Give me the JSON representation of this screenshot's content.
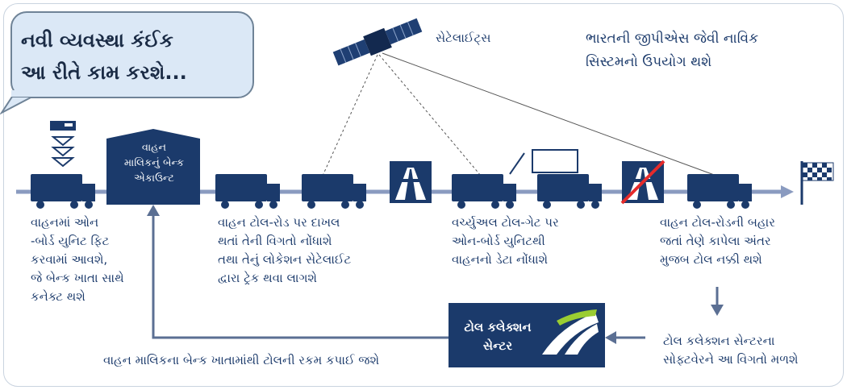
{
  "callout": {
    "title": "નવી વ્યવસ્થા કંઈક\nઆ રીતે કામ કરશે..."
  },
  "labels": {
    "satellite": "સેટેલાઈટ્સ",
    "gps_system": "ભારતની જીપીએસ જેવી નાવિક\nસિસ્ટમનો ઉપયોગ થશે",
    "bank_account": "વાહન\nમાલિકનું બેન્ક\nએકાઉન્ટ",
    "step1": "વાહનમાં ઓન\n-બોર્ડ યુનિટ ફિટ\nકરવામાં આવશે,\nજે બેન્ક ખાતા સાથે\nકનેક્ટ થશે",
    "step2": "વાહન ટોલ-રોડ પર દાખલ\nથતાં તેની વિગતો નોંધાશે\nતથા તેનું લોકેશન સેટેલાઈટ\nદ્વારા ટ્રેક થવા લાગશે",
    "step3": "વર્ચ્યુઅલ ટોલ-ગેટ પર\nઓન-બોર્ડ યુનિટથી\nવાહનનો ડેટા નોંધાશે",
    "step4": "વાહન ટોલ-રોડની બહાર\nજતાં તેણે કાપેલા અંતર\nમુજબ ટોલ નક્કી થશે",
    "step5": "ટોલ કલેક્શન સેન્ટરના\nસોફ્ટવેરને આ વિગતો મળશે",
    "toll_center": "ટોલ કલેક્શન\nસેન્ટર",
    "deduction": "વાહન માલિકના બેન્ક ખાતામાંથી ટોલની રકમ કપાઈ જશે"
  },
  "icons": [
    "satellite-icon",
    "onboard-unit-icon",
    "truck-icon",
    "bank-house-icon",
    "highway-sign-icon",
    "toll-gate-icon",
    "no-highway-sign-icon",
    "finish-flag-icon",
    "toll-center-logo-icon"
  ],
  "colors": {
    "navy": "#1b3a6b",
    "road": "#8a9bc0",
    "callout_bg": "#dbe8f6"
  }
}
